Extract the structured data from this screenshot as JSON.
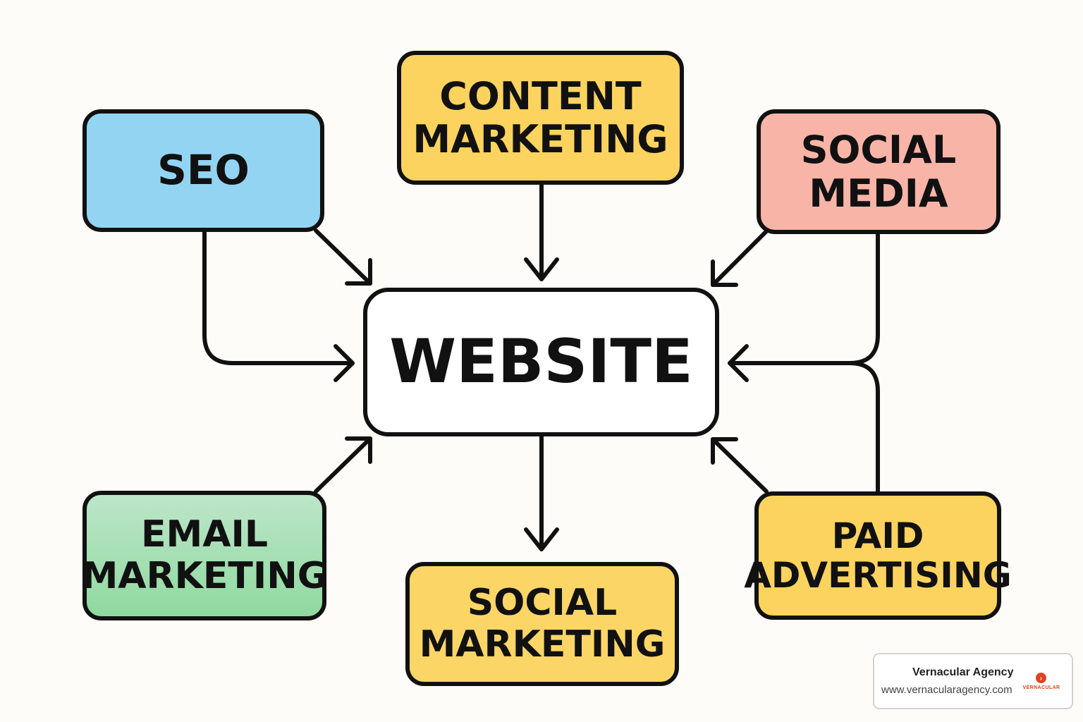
{
  "nodes": {
    "seo": {
      "lines": [
        "SEO"
      ],
      "color": "#93d4f2"
    },
    "content_marketing": {
      "lines": [
        "CONTENT",
        "MARKETING"
      ],
      "color": "#fbd35e"
    },
    "social_media": {
      "lines": [
        "SOCIAL",
        "MEDIA"
      ],
      "color": "#f9b4a8"
    },
    "website": {
      "lines": [
        "WEBSITE"
      ],
      "color": "#ffffff"
    },
    "email_marketing": {
      "lines": [
        "EMAIL",
        "MARKETING"
      ],
      "color": "#a8e0b6"
    },
    "social_marketing": {
      "lines": [
        "SOCIAL",
        "MARKETING"
      ],
      "color": "#fbd666"
    },
    "paid_advertising": {
      "lines": [
        "PAID",
        "ADVERTISING"
      ],
      "color": "#fbd35e"
    }
  },
  "edges": [
    {
      "from": "seo",
      "to": "website"
    },
    {
      "from": "seo",
      "to": "website",
      "routing": "elbow"
    },
    {
      "from": "content_marketing",
      "to": "website"
    },
    {
      "from": "social_media",
      "to": "website"
    },
    {
      "from": "social_media",
      "to": "website",
      "routing": "elbow"
    },
    {
      "from": "paid_advertising",
      "to": "website"
    },
    {
      "from": "paid_advertising",
      "to": "website",
      "routing": "elbow"
    },
    {
      "from": "email_marketing",
      "to": "website"
    },
    {
      "from": "website",
      "to": "social_marketing"
    }
  ],
  "badge": {
    "name": "Vernacular Agency",
    "url": "www.vernacularagency.com",
    "logo_text": "VERNACULAR",
    "logo_color": "#e0431f"
  }
}
